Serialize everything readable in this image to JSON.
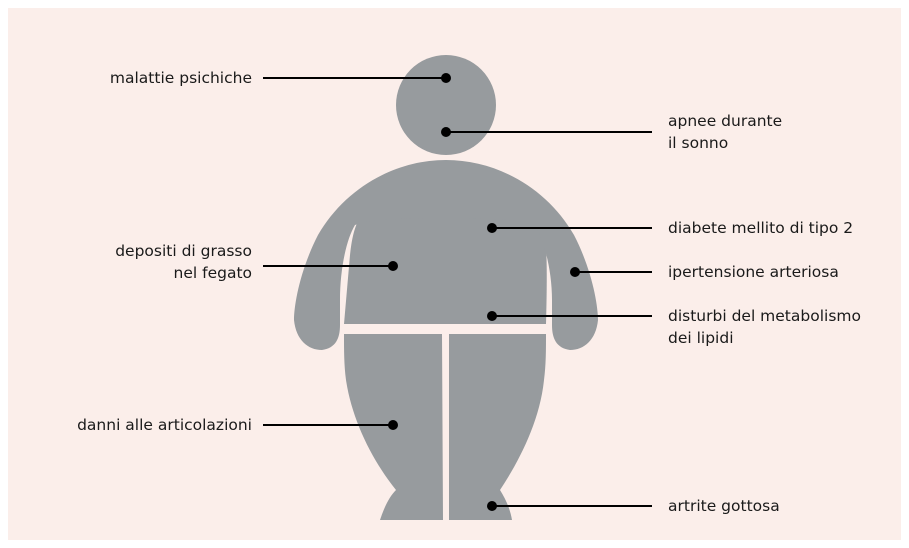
{
  "colors": {
    "background": "#fbeeea",
    "silhouette": "#979b9e",
    "lines": "#000000"
  },
  "labels": {
    "psychic": {
      "lines": [
        "malattie psichiche"
      ]
    },
    "apnea": {
      "lines": [
        "apnee durante",
        "il sonno"
      ]
    },
    "diabetes": {
      "lines": [
        "diabete mellito di tipo 2"
      ]
    },
    "liver": {
      "lines": [
        "depositi di grasso",
        "nel fegato"
      ]
    },
    "hypertension": {
      "lines": [
        "ipertensione arteriosa"
      ]
    },
    "lipids": {
      "lines": [
        "disturbi del metabolismo",
        "dei lipidi"
      ]
    },
    "joints": {
      "lines": [
        "danni alle articolazioni"
      ]
    },
    "gout": {
      "lines": [
        "artrite gottosa"
      ]
    }
  }
}
